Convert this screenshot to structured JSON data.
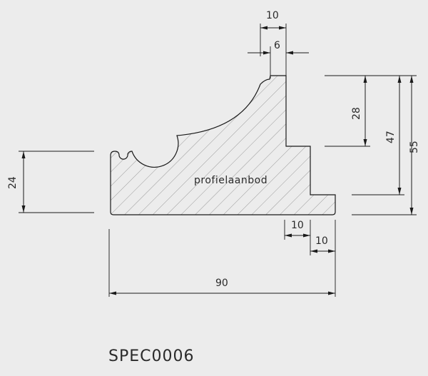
{
  "profile": {
    "watermark": "profielaanbod",
    "code": "SPEC0006"
  },
  "dimensions": {
    "top_outer": "10",
    "top_inner": "6",
    "right_28": "28",
    "right_47": "47",
    "right_55": "55",
    "left_24": "24",
    "bottom_step1": "10",
    "bottom_step2": "10",
    "total_width": "90"
  },
  "colors": {
    "background": "#ececec",
    "profile_fill": "#e4e4e4",
    "outline": "#1a1a1a",
    "hatch": "#9a9a9a"
  }
}
